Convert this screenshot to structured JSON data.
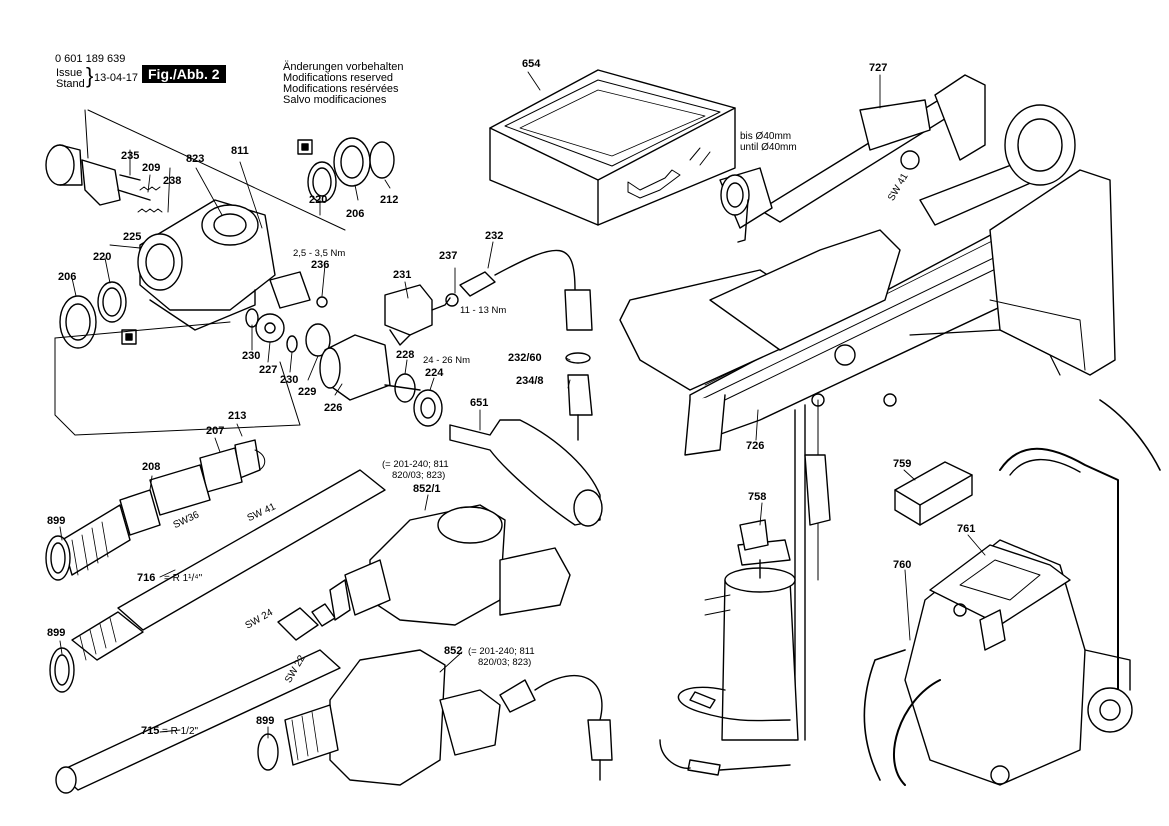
{
  "header": {
    "part_number": "0 601 189 639",
    "issue_label": "Issue",
    "stand_label": "Stand",
    "date": "13-04-17",
    "fig_label": "Fig./Abb. 2",
    "modifications": [
      "Änderungen vorbehalten",
      "Modifications reserved",
      "Modifications resérvées",
      "Salvo modificaciones"
    ]
  },
  "parts": {
    "p654": "654",
    "p727": "727",
    "p811": "811",
    "p235": "235",
    "p209": "209",
    "p823": "823",
    "p238": "238",
    "p220a": "220",
    "p206a": "206",
    "p212": "212",
    "p225": "225",
    "p236": "236",
    "p206b": "206",
    "p220b": "220",
    "p231": "231",
    "p237": "237",
    "p232": "232",
    "p230a": "230",
    "p227": "227",
    "p230b": "230",
    "p229": "229",
    "p226": "226",
    "p228": "228",
    "p224": "224",
    "p232_60": "232/60",
    "p234_8": "234/8",
    "p213": "213",
    "p207": "207",
    "p208": "208",
    "p651": "651",
    "p726": "726",
    "p899a": "899",
    "p716": "716",
    "p852_1": "852/1",
    "p759": "759",
    "p758": "758",
    "p761": "761",
    "p760": "760",
    "p899b": "899",
    "p852": "852",
    "p899c": "899",
    "p715": "715"
  },
  "notes": {
    "torque_a": "2,5 - 3,5 Nm",
    "torque_b": "11 - 13 Nm",
    "torque_c": "24 - 26 Nm",
    "dia_a": "bis Ø40mm",
    "dia_b": "until Ø40mm",
    "sw41_a": "SW 41",
    "sw41_b": "SW 41",
    "sw36": "SW36",
    "sw24": "SW 24",
    "sw22": "SW 22",
    "thread_716": "= R 1¹/⁴\"",
    "thread_715": "= R 1/2\"",
    "ref_a1": "(= 201-240; 811",
    "ref_a2": "820/03; 823)",
    "ref_b1": "(= 201-240; 811",
    "ref_b2": "820/03; 823)"
  }
}
